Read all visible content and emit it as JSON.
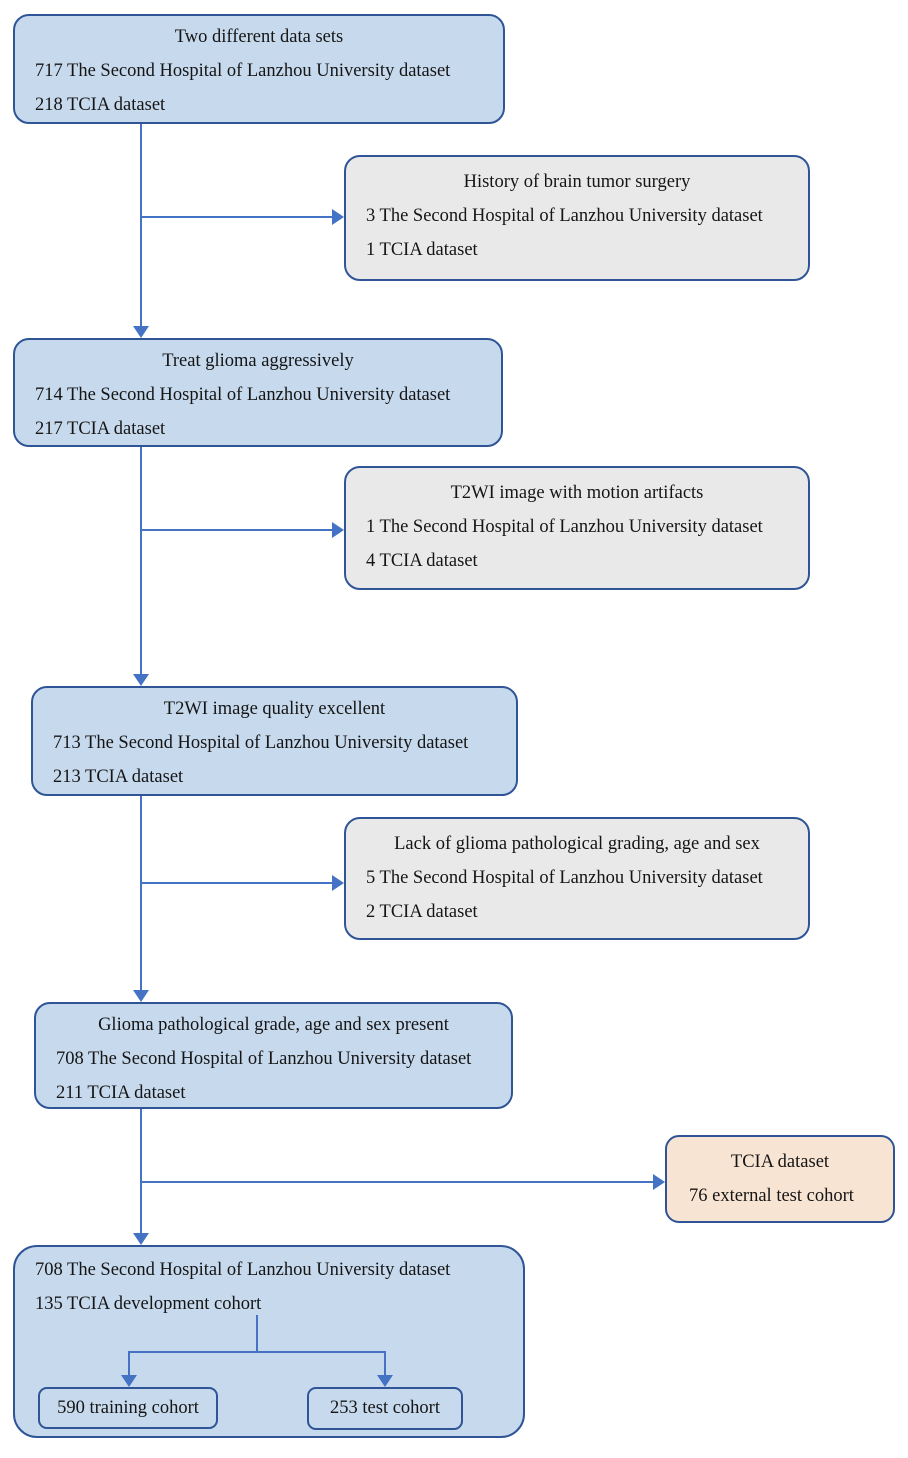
{
  "colors": {
    "blue_fill": "#c7d9ed",
    "blue_border": "#2f5597",
    "gray_fill": "#e9e9e9",
    "peach_fill": "#f8e4d3",
    "connector": "#4472c4",
    "text": "#151515"
  },
  "boxes": {
    "datasets": {
      "title": "Two different data sets",
      "line1": "717 The Second Hospital of Lanzhou University dataset",
      "line2": "218 TCIA dataset"
    },
    "surgery_excluded": {
      "title": "History of brain tumor surgery",
      "line1": "3 The Second Hospital of Lanzhou University dataset",
      "line2": "1 TCIA dataset"
    },
    "treat_glioma": {
      "title": "Treat glioma aggressively",
      "line1": "714 The Second Hospital of Lanzhou University dataset",
      "line2": "217 TCIA dataset"
    },
    "motion_artifacts": {
      "title": "T2WI image with motion artifacts",
      "line1": "1 The Second Hospital of Lanzhou University dataset",
      "line2": "4 TCIA dataset"
    },
    "quality_excellent": {
      "title": "T2WI image quality excellent",
      "line1": "713 The Second Hospital of Lanzhou University dataset",
      "line2": "213 TCIA dataset"
    },
    "lack_grading": {
      "title": "Lack of glioma pathological grading, age and sex",
      "line1": "5 The Second Hospital of Lanzhou University dataset",
      "line2": "2 TCIA dataset"
    },
    "grade_present": {
      "title": "Glioma pathological grade, age and sex present",
      "line1": "708 The Second Hospital of Lanzhou University dataset",
      "line2": "211 TCIA dataset"
    },
    "external_test": {
      "title": "TCIA dataset",
      "line1": "76 external test cohort"
    },
    "development": {
      "line1": "708 The Second Hospital of Lanzhou University dataset",
      "line2": "135 TCIA development cohort",
      "training_label": "590 training cohort",
      "test_label": "253 test cohort"
    }
  }
}
